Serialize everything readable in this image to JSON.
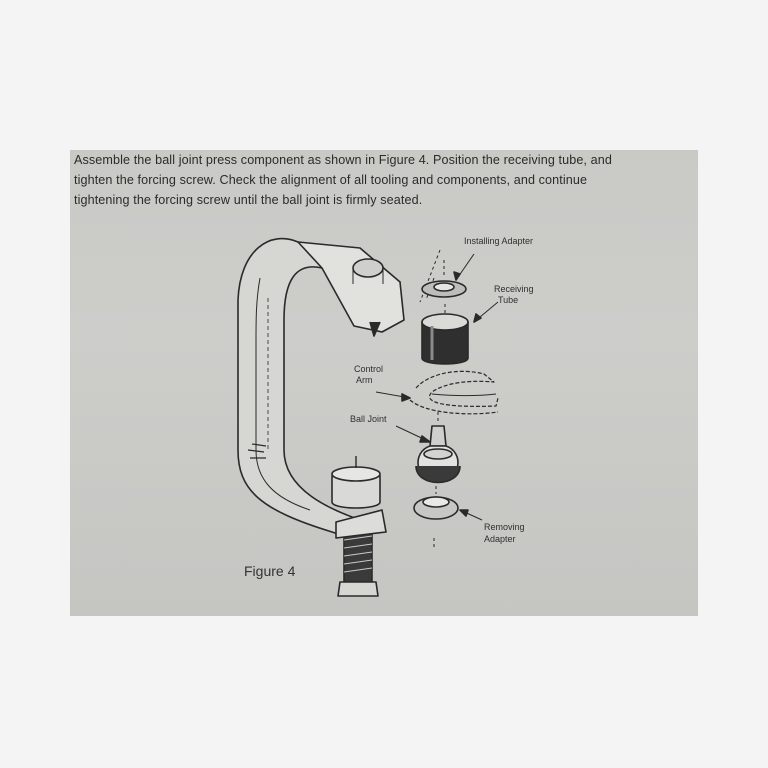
{
  "instructions": {
    "lines": [
      "Assemble the ball joint press component as shown in Figure 4. Position the receiving tube, and",
      "tighten the forcing screw. Check the alignment of all tooling and components, and continue",
      "tightening the forcing screw until the ball joint is firmly seated."
    ]
  },
  "figure": {
    "caption": "Figure 4",
    "labels": {
      "installing_adapter": "Installing Adapter",
      "receiving_tube_1": "Receiving",
      "receiving_tube_2": "Tube",
      "control_arm_1": "Control",
      "control_arm_2": "Arm",
      "ball_joint": "Ball Joint",
      "removing_adapter_1": "Removing",
      "removing_adapter_2": "Adapter"
    }
  }
}
